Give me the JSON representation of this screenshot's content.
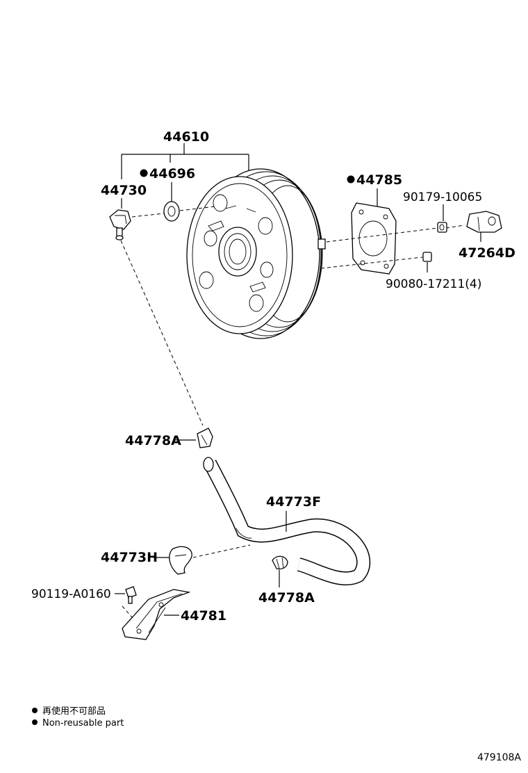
{
  "diagram": {
    "labels": {
      "p44610": "44610",
      "p44696": "44696",
      "p44730": "44730",
      "p44785": "44785",
      "p90179": "90179-10065",
      "p47264D": "47264D",
      "p90080": "90080-17211(4)",
      "p44778A_top": "44778A",
      "p44773F": "44773F",
      "p44773H": "44773H",
      "p90119": "90119-A0160",
      "p44781": "44781",
      "p44778A_bottom": "44778A"
    },
    "legend": {
      "line1": "再使用不可部品",
      "line2": "Non-reusable part"
    },
    "figure_id": "479108A",
    "icons": [
      "brake-booster-icon",
      "check-valve-grommet-icon",
      "gasket-icon",
      "vacuum-hose-icon",
      "clip-icon",
      "bracket-icon",
      "bolt-icon",
      "nut-icon",
      "clevis-icon"
    ]
  }
}
